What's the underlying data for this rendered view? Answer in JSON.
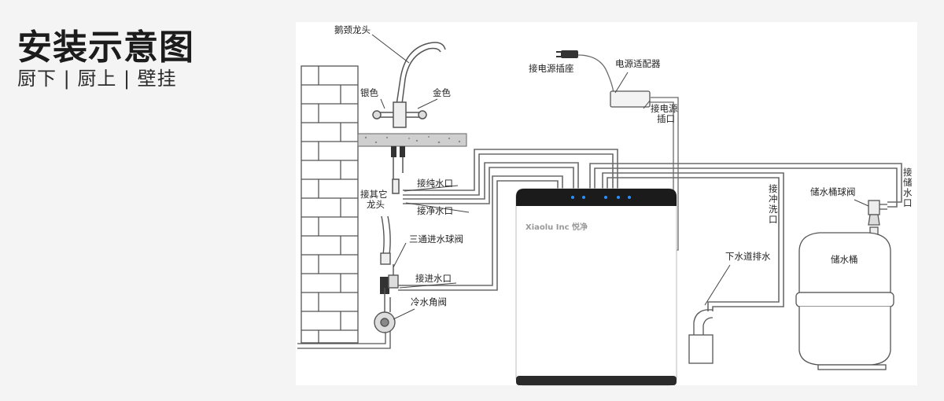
{
  "header": {
    "title": "安装示意图",
    "subtitle": "厨下 | 厨上 | 壁挂"
  },
  "labels": {
    "gooseneck_faucet": "鹅颈龙头",
    "silver": "银色",
    "gold": "金色",
    "pure_water_port": "接纯水口",
    "other_faucet_line1": "接其它",
    "other_faucet_line2": "龙头",
    "clean_water_port": "接净水口",
    "three_way_valve": "三通进水球阀",
    "inlet_port": "接进水口",
    "cold_angle_valve": "冷水角阀",
    "power_socket": "接电源插座",
    "power_adapter": "电源适配器",
    "power_port_line1": "接电源",
    "power_port_line2": "插口",
    "flush_line1": "接",
    "flush_line2": "冲",
    "flush_line3": "洗",
    "flush_line4": "口",
    "tank_port_line1": "接",
    "tank_port_line2": "储",
    "tank_port_line3": "水",
    "tank_port_line4": "口",
    "tank_ball_valve": "储水桶球阀",
    "drain": "下水道排水",
    "storage_tank": "储水桶",
    "brand": "Xiaolu Inc 悦净"
  },
  "colors": {
    "pipe": "#6a6a6a",
    "wall_line": "#555555",
    "purifier_top": "#1b1b1b",
    "indicator": "#2b8fff"
  }
}
